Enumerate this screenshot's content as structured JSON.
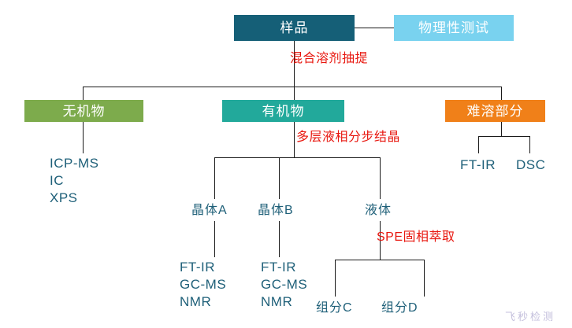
{
  "diagram": {
    "title_sample": "样品",
    "physical_test": "物理性测试",
    "inorganic": "无机物",
    "organic": "有机物",
    "insoluble": "难溶部分",
    "annotations": {
      "extraction": "混合溶剂抽提",
      "crystallization": "多层液相分步结晶",
      "spe": "SPE固相萃取"
    },
    "inorganic_methods": "ICP-MS\nIC\nXPS",
    "insoluble_methods": [
      {
        "label": "FT-IR"
      },
      {
        "label": "DSC"
      }
    ],
    "organic_branches": [
      {
        "label": "晶体A",
        "methods": "FT-IR\nGC-MS\nNMR"
      },
      {
        "label": "晶体B",
        "methods": "FT-IR\nGC-MS\nNMR"
      },
      {
        "label": "液体",
        "methods": ""
      }
    ],
    "liquid_fractions": [
      {
        "label": "组分C"
      },
      {
        "label": "组分D"
      }
    ],
    "watermark": "飞秒检测",
    "colors": {
      "sample_box": "#155f77",
      "physical_box": "#79d2ef",
      "inorganic_box": "#7dab4c",
      "organic_box": "#22a99b",
      "insoluble_box": "#f08019",
      "text_teal": "#1f6079",
      "annotation_red": "#e8170f",
      "line": "#1a1a1a",
      "watermark": "#b9b4d6"
    }
  }
}
